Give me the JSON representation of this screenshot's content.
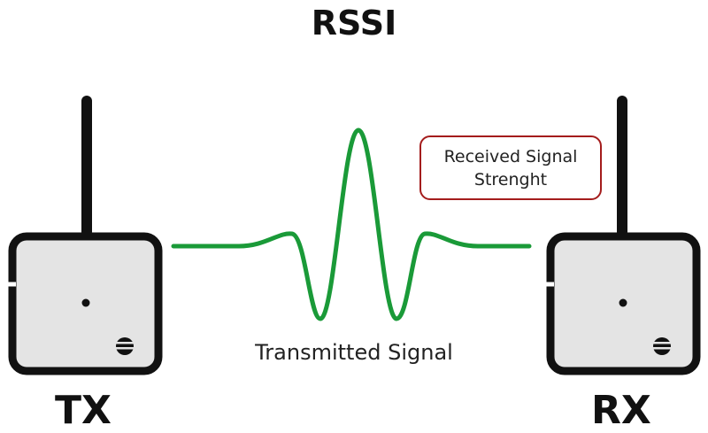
{
  "title": "RSSI",
  "transmitter": {
    "label": "TX"
  },
  "receiver": {
    "label": "RX"
  },
  "signal": {
    "caption": "Transmitted Signal"
  },
  "callout": {
    "text": "Received Signal Strenght"
  },
  "colors": {
    "signal": "#1a9a38",
    "callout_border": "#a41c1c",
    "device_body": "#e4e4e4",
    "device_outline": "#111111"
  },
  "icons": {
    "device_logo": "striped-ball-icon",
    "device_dot": "indicator-dot-icon"
  }
}
